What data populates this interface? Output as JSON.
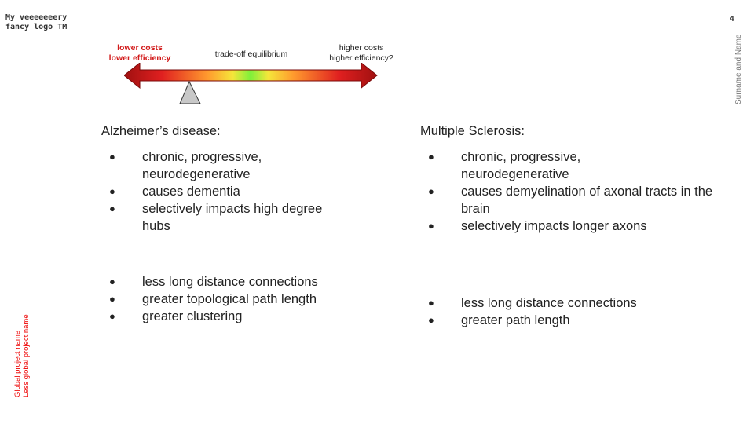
{
  "logo": {
    "line1": "My veeeeeeery",
    "line2": "fancy logo TM"
  },
  "page_number": "4",
  "sidebar_vertical": "Surname and Name",
  "project": {
    "line1": "Global project name",
    "line2": "Less global project name"
  },
  "scale": {
    "left_line1": "lower costs",
    "left_line2": "lower efficiency",
    "center": "trade-off equilibrium",
    "right_line1": "higher costs",
    "right_line2": "higher efficiency?",
    "colors": {
      "dark_red": "#a01010",
      "red": "#e02020",
      "orange": "#ff9a2e",
      "yellow": "#f5e63a",
      "green": "#7ef03a",
      "fulcrum": "#c8c8c8"
    }
  },
  "left_col": {
    "title": "Alzheimer’s disease:",
    "bullets": [
      "chronic, progressive, neurodegenerative",
      "causes dementia",
      "selectively impacts high degree hubs"
    ],
    "bullets2": [
      "less long distance connections",
      "greater topological path length",
      "greater clustering"
    ]
  },
  "right_col": {
    "title": "Multiple Sclerosis:",
    "bullets": [
      "chronic, progressive, neurodegenerative",
      "causes demyelination of axonal tracts in the brain",
      "selectively impacts longer axons"
    ],
    "bullets2": [
      "less long distance connections",
      "greater path length"
    ]
  }
}
